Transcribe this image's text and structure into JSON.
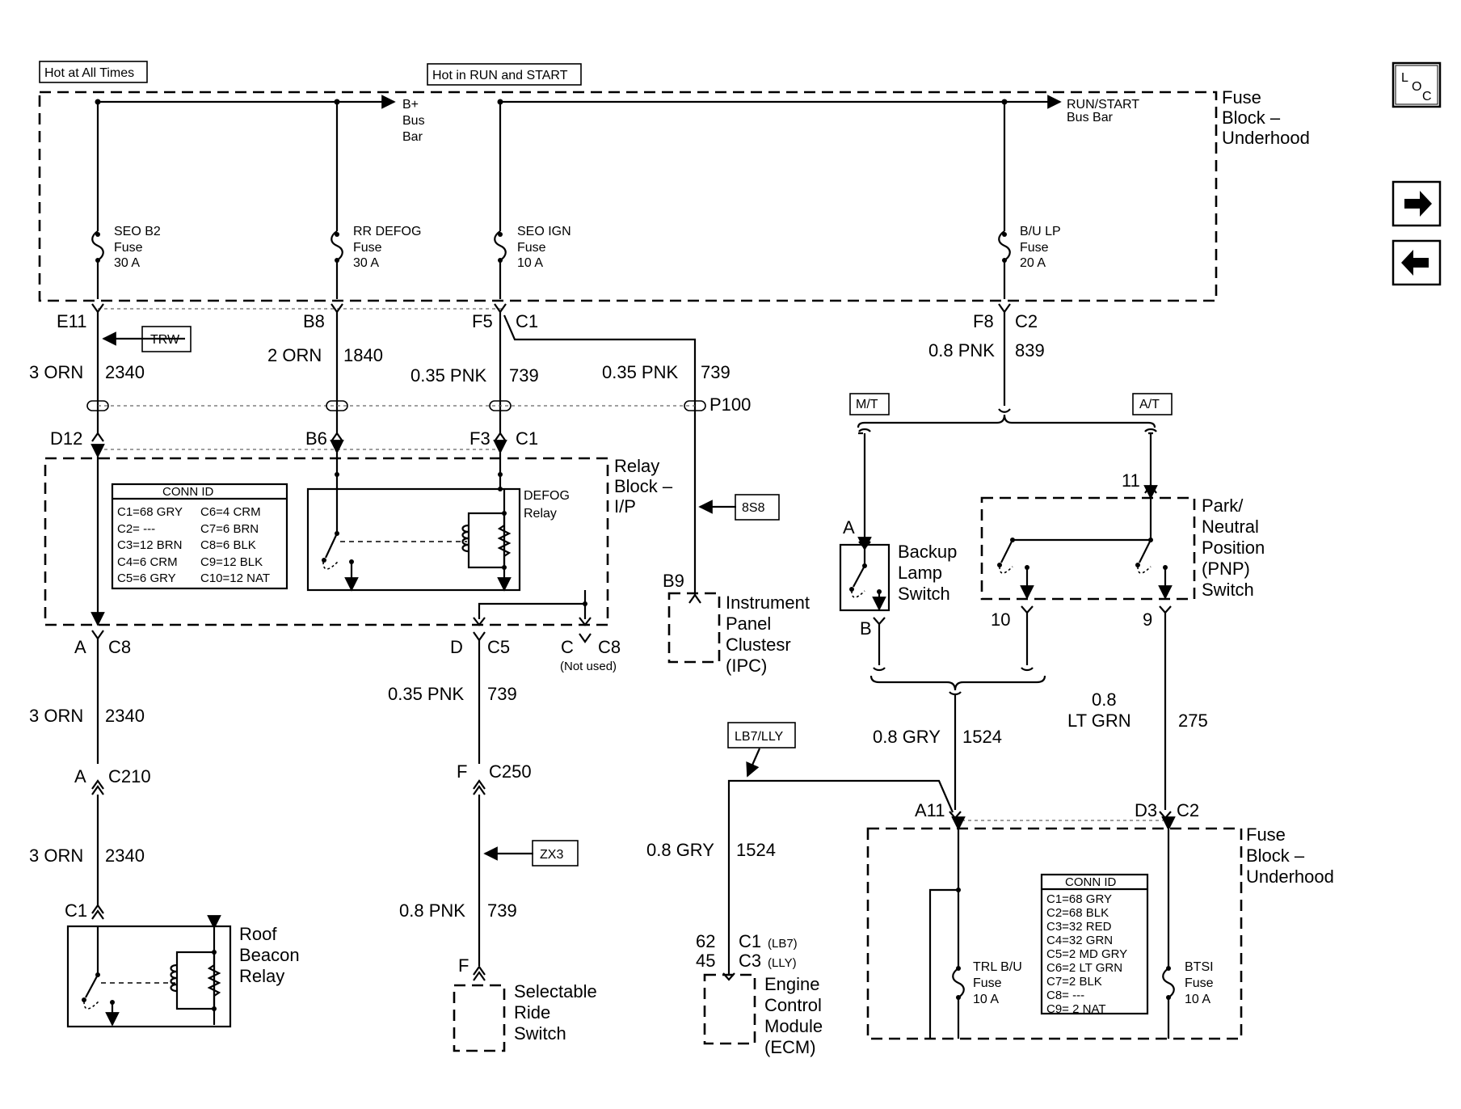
{
  "header": {
    "hot_all_times": "Hot at All Times",
    "hot_run_start": "Hot in RUN and START",
    "b_plus_bus": [
      "B+",
      "Bus",
      "Bar"
    ],
    "run_start_bus": [
      "RUN/START",
      "Bus Bar"
    ],
    "fuse_block_top": [
      "Fuse",
      "Block –",
      "Underhood"
    ]
  },
  "fuses_top": [
    {
      "lines": [
        "SEO B2",
        "Fuse",
        "30 A"
      ]
    },
    {
      "lines": [
        "RR DEFOG",
        "Fuse",
        "30 A"
      ]
    },
    {
      "lines": [
        "SEO IGN",
        "Fuse",
        "10 A"
      ]
    },
    {
      "lines": [
        "B/U LP",
        "Fuse",
        "20 A"
      ]
    }
  ],
  "connectors": {
    "e11": "E11",
    "b8": "B8",
    "f5": "F5",
    "c1_a": "C1",
    "f8": "F8",
    "c2_a": "C2",
    "d12": "D12",
    "b6": "B6",
    "f3": "F3",
    "c1_b": "C1",
    "p100": "P100",
    "a_c8_a": "A",
    "c8_a": "C8",
    "d": "D",
    "c5": "C5",
    "c": "C",
    "c8_b": "C8",
    "not_used": "(Not used)",
    "b9": "B9",
    "a_c210": "A",
    "c210": "C210",
    "f_c250": "F",
    "c250": "C250",
    "c1_roof": "C1",
    "f_srs": "F",
    "pin62": "62",
    "pin45": "45",
    "c1_ecm": "C1",
    "c1_ecm_note": "(LB7)",
    "c3_ecm": "C3",
    "c3_ecm_note": "(LLY)",
    "a_backup": "A",
    "b_backup": "B",
    "pin11": "11",
    "pin10": "10",
    "pin9": "9",
    "a11": "A11",
    "d3": "D3",
    "c2_b": "C2"
  },
  "wires": {
    "orn_2340_a": [
      "3 ORN",
      "2340"
    ],
    "orn_1840": [
      "2 ORN",
      "1840"
    ],
    "pnk_739_a": [
      "0.35 PNK",
      "739"
    ],
    "pnk_739_b": [
      "0.35 PNK",
      "739"
    ],
    "pnk_839": [
      "0.8 PNK",
      "839"
    ],
    "orn_2340_b": [
      "3 ORN",
      "2340"
    ],
    "orn_2340_c": [
      "3 ORN",
      "2340"
    ],
    "pnk_739_c": [
      "0.35 PNK",
      "739"
    ],
    "pnk_739_d": [
      "0.8 PNK",
      "739"
    ],
    "gry_1524_a": [
      "0.8 GRY",
      "1524"
    ],
    "gry_1524_b": [
      "0.8 GRY",
      "1524"
    ],
    "ltgrn_275": [
      "0.8",
      "LT GRN",
      "275"
    ]
  },
  "options": {
    "trw": "TRW",
    "s8s8": "8S8",
    "zx3": "ZX3",
    "lb7_lly": "LB7/LLY",
    "mt": "M/T",
    "at": "A/T"
  },
  "relay_block": {
    "title": [
      "Relay",
      "Block –",
      "I/P"
    ],
    "conn_id_title": "CONN ID",
    "conn_id_left": [
      "C1=68 GRY",
      "C2= ---",
      "C3=12 BRN",
      "C4=6 CRM",
      "C5=6 GRY"
    ],
    "conn_id_right": [
      "C6=4 CRM",
      "C7=6 BRN",
      "C8=6 BLK",
      "C9=12 BLK",
      "C10=12 NAT"
    ],
    "defog_relay": [
      "DEFOG",
      "Relay"
    ]
  },
  "components": {
    "ipc": [
      "Instrument",
      "Panel",
      "Clustesr",
      "(IPC)"
    ],
    "roof_beacon": [
      "Roof",
      "Beacon",
      "Relay"
    ],
    "selectable_ride": [
      "Selectable",
      "Ride",
      "Switch"
    ],
    "ecm": [
      "Engine",
      "Control",
      "Module",
      "(ECM)"
    ],
    "backup_lamp": [
      "Backup",
      "Lamp",
      "Switch"
    ],
    "pnp": [
      "Park/",
      "Neutral",
      "Position",
      "(PNP)",
      "Switch"
    ]
  },
  "fuse_block_bottom": {
    "title": [
      "Fuse",
      "Block –",
      "Underhood"
    ],
    "trl_fuse": [
      "TRL B/U",
      "Fuse",
      "10 A"
    ],
    "btsi_fuse": [
      "BTSI",
      "Fuse",
      "10 A"
    ],
    "conn_id_title": "CONN ID",
    "conn_id": [
      "C1=68 GRY",
      "C2=68 BLK",
      "C3=32 RED",
      "C4=32 GRN",
      "C5=2 MD GRY",
      "C6=2 LT GRN",
      "C7=2 BLK",
      "C8= ---",
      "C9= 2 NAT"
    ]
  },
  "nav": {
    "loc_l": "L",
    "loc_o": "O",
    "loc_c": "C"
  }
}
